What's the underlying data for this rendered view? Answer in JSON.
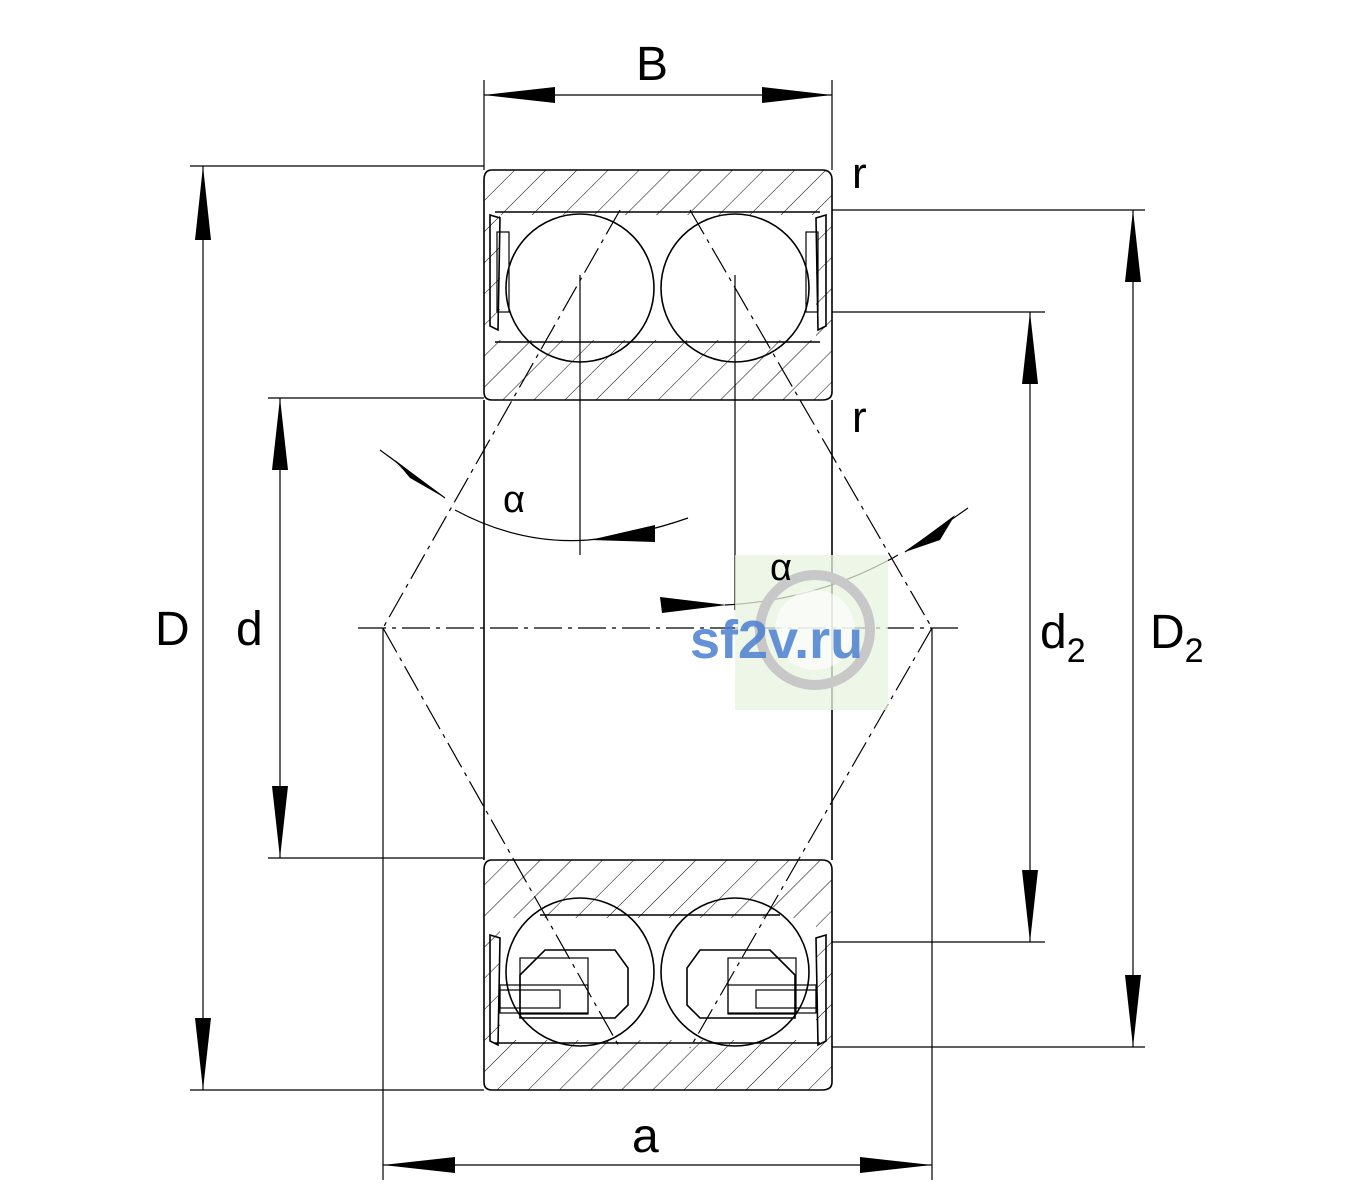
{
  "labels": {
    "B": "B",
    "D": "D",
    "d": "d",
    "d2_main": "d",
    "d2_sub": "2",
    "D2_main": "D",
    "D2_sub": "2",
    "a": "a",
    "r_top": "r",
    "r_mid": "r",
    "alpha_left": "α",
    "alpha_right": "α"
  },
  "watermark": {
    "text": "sf2v.ru",
    "color": "#4a7fd0",
    "badge_color": "#e8f3e0"
  }
}
